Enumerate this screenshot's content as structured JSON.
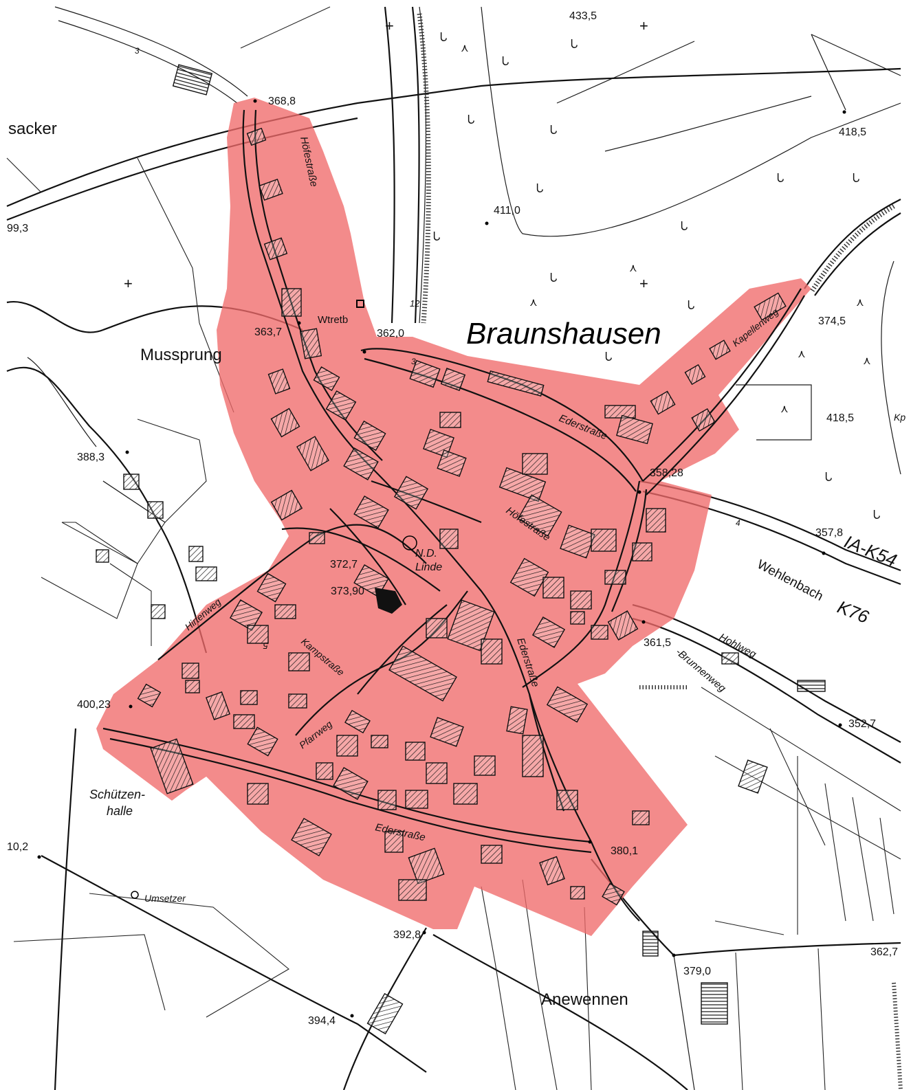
{
  "map": {
    "place_name": "Braunshausen",
    "highlight_color": "#f06a6a",
    "field_names": {
      "west": "sacker",
      "mussprung": "Mussprung",
      "anewennen": "Anewennen",
      "schuetzenhalle_1": "Schützen-",
      "schuetzenhalle_2": "halle",
      "umsetzer": "Umsetzer"
    },
    "streets": {
      "hoefestrasse_north": "Höfestraße",
      "hoefestrasse_center": "Höfestraße",
      "ederstrasse_north": "Ederstraße",
      "ederstrasse_center": "Ederstraße",
      "ederstrasse_south": "Ederstraße",
      "kapellenweg": "Kapellenweg",
      "hirtenweg": "Hirtenweg",
      "kampstrasse": "Kampstraße",
      "pfarrweg": "Pfarrweg",
      "brunnenweg": "-Brunnenweg",
      "hohlweg": "Hohlweg",
      "wehlenbach": "Wehlenbach"
    },
    "road_numbers": {
      "ia_k54": "IA-K54",
      "k76": "K76"
    },
    "landmarks": {
      "nd": "N.D.",
      "linde": "Linde",
      "wtretb": "Wtretb",
      "kp": "Kp"
    },
    "elevations": {
      "e433_5": "433,5",
      "e368_8": "368,8",
      "e418_5_ne": "418,5",
      "e99_3": "99,3",
      "e411_0": "411,0",
      "e363_7": "363,7",
      "e362_0": "362,0",
      "e374_5": "374,5",
      "e418_5_e": "418,5",
      "e388_3": "388,3",
      "e358_28": "358,28",
      "e357_8": "357,8",
      "e372_7": "372,7",
      "e373_90": "373,90",
      "e361_5": "361,5",
      "e400_23": "400,23",
      "e352_7": "352,7",
      "e380_1": "380,1",
      "e10_2": "10,2",
      "e392_8": "392,8",
      "e362_7": "362,7",
      "e379_0": "379,0",
      "e394_4": "394,4"
    },
    "small_numbers": {
      "n3_nw": "3",
      "n12": "12",
      "n3_c": "3",
      "n4": "4",
      "n5": "5"
    }
  }
}
